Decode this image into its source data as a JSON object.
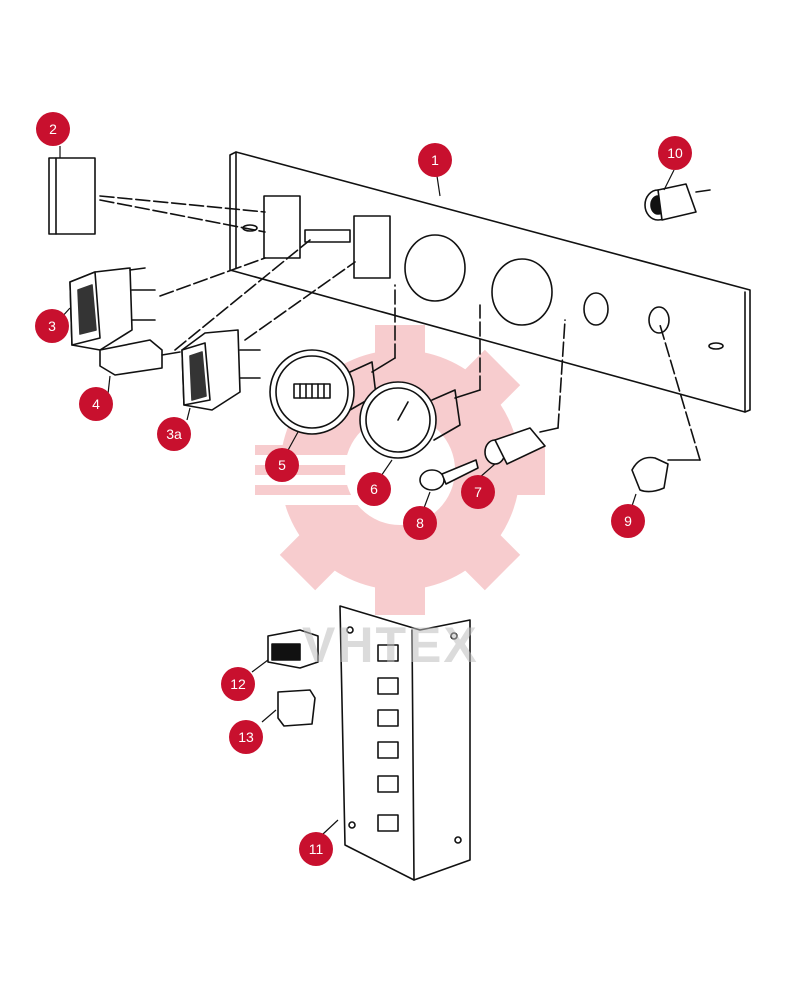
{
  "watermark": {
    "text": "VHTEX",
    "color": "#f7c7c9"
  },
  "callout_color": "#c8102e",
  "callouts": [
    {
      "label": "1"
    },
    {
      "label": "2"
    },
    {
      "label": "3"
    },
    {
      "label": "3a"
    },
    {
      "label": "4"
    },
    {
      "label": "5"
    },
    {
      "label": "6"
    },
    {
      "label": "7"
    },
    {
      "label": "8"
    },
    {
      "label": "9"
    },
    {
      "label": "10"
    },
    {
      "label": "11"
    },
    {
      "label": "12"
    },
    {
      "label": "13"
    }
  ]
}
